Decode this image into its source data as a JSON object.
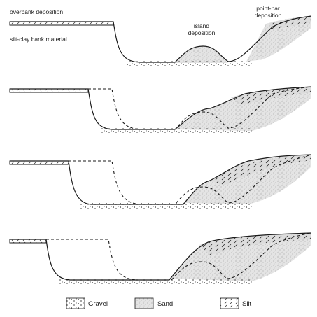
{
  "labels": {
    "overbank": "overbank deposition",
    "bank_material": "silt-clay bank material",
    "island_line1": "island",
    "island_line2": "deposition",
    "pointbar_line1": "point-bar",
    "pointbar_line2": "deposition"
  },
  "legend": [
    {
      "key": "gravel",
      "label": "Gravel"
    },
    {
      "key": "sand",
      "label": "Sand"
    },
    {
      "key": "silt",
      "label": "Silt"
    }
  ]
}
